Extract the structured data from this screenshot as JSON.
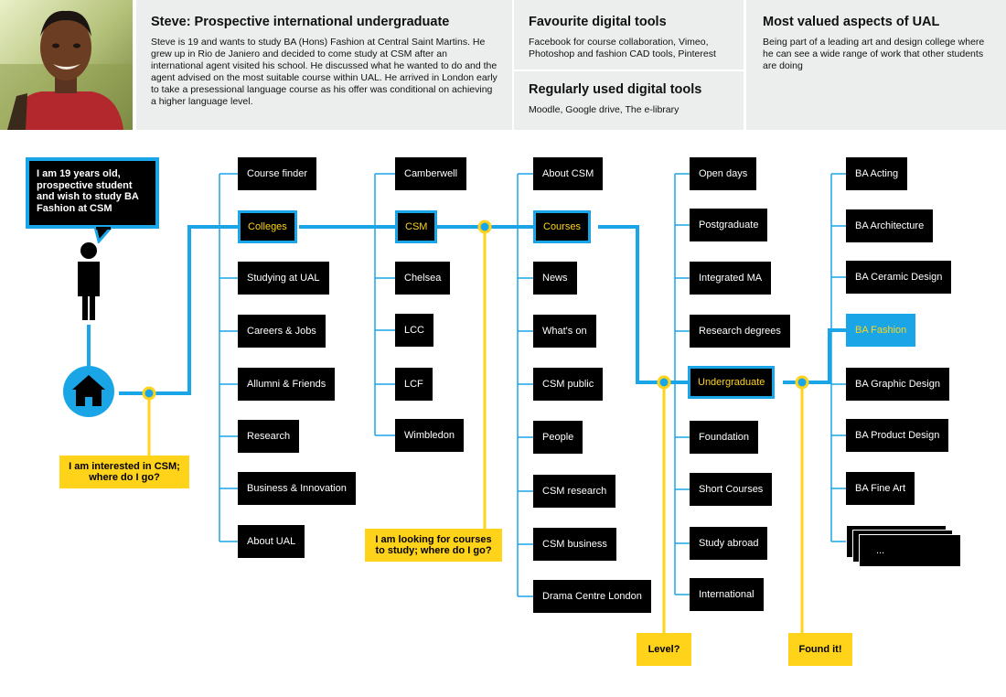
{
  "persona": {
    "title": "Steve: Prospective international undergraduate",
    "description": "Steve is 19 and wants to study BA (Hons) Fashion at Central Saint Martins. He grew up in Rio de Janiero and decided to come study at CSM after an international agent visited his school. He discussed what he wanted to do and the agent advised on the most suitable course within UAL. He arrived in London early to take a presessional language course as his offer was conditional on achieving a higher language level."
  },
  "favourite_tools": {
    "title": "Favourite digital tools",
    "text": "Facebook for course collaboration, Vimeo, Photoshop and fashion CAD tools, Pinterest"
  },
  "regular_tools": {
    "title": "Regularly used digital tools",
    "text": "Moodle, Google drive, The e-library"
  },
  "valued_aspects": {
    "title": "Most valued aspects of UAL",
    "text": "Being part of a leading art and design college where he can see a wide range of work that other students are doing"
  },
  "speech_bubble": "I am 19 years old, prospective student and wish to study BA Fashion at CSM",
  "questions": {
    "q1": "I am interested in CSM; where do I go?",
    "q2": "I am looking for courses to study; where do I go?",
    "q3": "Level?",
    "q4": "Found it!"
  },
  "col1": [
    "Course finder",
    "Colleges",
    "Studying at UAL",
    "Careers & Jobs",
    "Allumni & Friends",
    "Research",
    "Business & Innovation",
    "About UAL"
  ],
  "col2": [
    "Camberwell",
    "CSM",
    "Chelsea",
    "LCC",
    "LCF",
    "Wimbledon"
  ],
  "col3": [
    "About CSM",
    "Courses",
    "News",
    "What's on",
    "CSM public",
    "People",
    "CSM research",
    "CSM business",
    "Drama Centre London"
  ],
  "col4": [
    "Open days",
    "Postgraduate",
    "Integrated MA",
    "Research degrees",
    "Undergraduate",
    "Foundation",
    "Short Courses",
    "Study abroad",
    "International"
  ],
  "col5": [
    "BA Acting",
    "BA Architecture",
    "BA Ceramic Design",
    "BA Fashion",
    "BA Graphic Design",
    "BA Product Design",
    "BA Fine Art",
    "..."
  ],
  "colors": {
    "blue": "#1aa6e6",
    "yellow": "#ffd31a",
    "header_bg": "#eceded",
    "node_bg": "#000000"
  },
  "icons": {
    "home": "home-icon",
    "person": "person-icon"
  }
}
